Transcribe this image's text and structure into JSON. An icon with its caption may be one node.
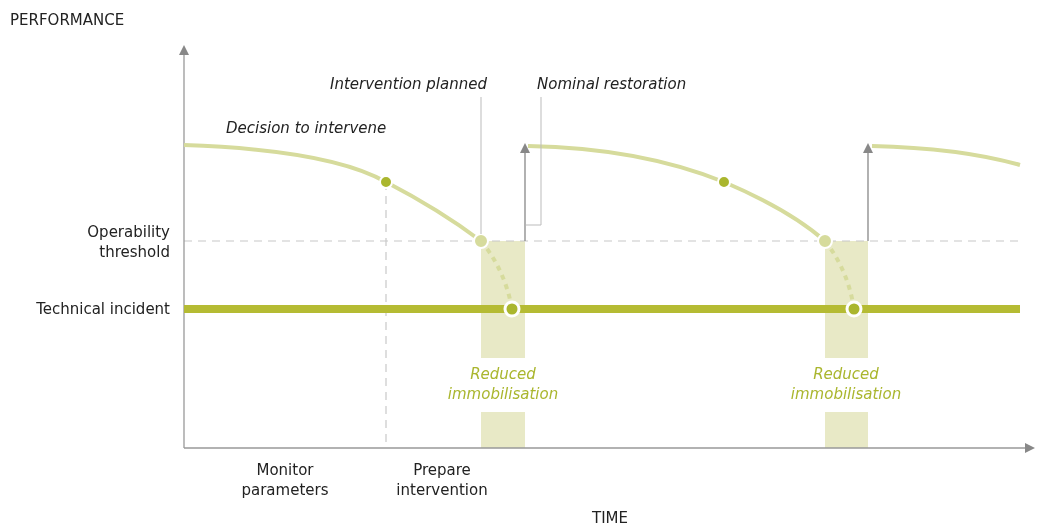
{
  "diagram": {
    "nodes": [
      {
        "text": [
          "Intervention planned"
        ]
      },
      {
        "text": [
          "Nominal restoration"
        ]
      },
      {
        "text": [],
        "shape": "circle"
      },
      {
        "text": [],
        "shape": "line"
      },
      {
        "text": [],
        "shape": "circle"
      }
    ],
    "edges": [
      {
        "from": 0,
        "to": 2,
        "arrow": "none"
      },
      {
        "from": 1,
        "to": 3,
        "arrow": "none"
      }
    ],
    "labels": [
      "PERFORMANCE",
      "Decision to intervene",
      "Operability threshold",
      "Technical incident",
      "Reduced immobilisation",
      "Reduced immobilisation",
      "Monitor parameters",
      "Prepare intervention",
      "TIME"
    ]
  }
}
